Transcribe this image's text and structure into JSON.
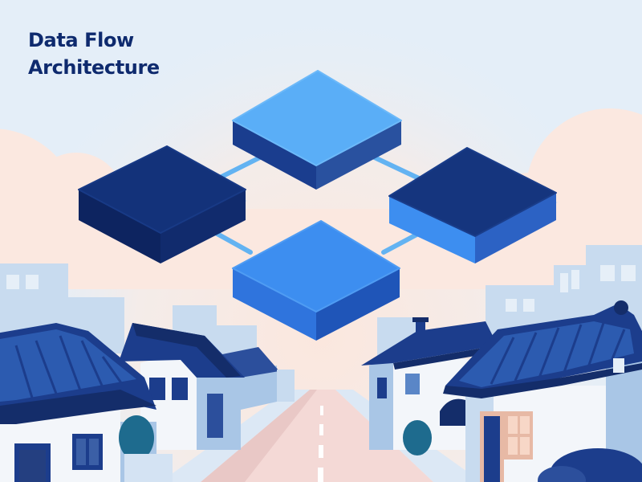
{
  "title": {
    "line1": "Data Flow",
    "line2": "Architecture"
  },
  "palette": {
    "sky": "#e4eef8",
    "glow": "#fbe9e0",
    "building": "#a9c6e6",
    "building_light": "#c8dbef",
    "wall": "#f3f6fa",
    "roof": "#1c3d8c",
    "roof_dark": "#142d6a",
    "road": "#f4d9d6",
    "cube_dark": "#13327a",
    "cube_bright": "#3d8ef0",
    "cube_light": "#5aaef7",
    "connector": "#63b3f2",
    "title_text": "#0e2a6e"
  },
  "diagram": {
    "nodes": [
      {
        "id": "top",
        "tone": "light"
      },
      {
        "id": "left",
        "tone": "dark"
      },
      {
        "id": "right",
        "tone": "dark"
      },
      {
        "id": "bottom",
        "tone": "bright"
      }
    ],
    "edges": [
      {
        "from": "left",
        "to": "top"
      },
      {
        "from": "top",
        "to": "right"
      },
      {
        "from": "left",
        "to": "bottom"
      },
      {
        "from": "bottom",
        "to": "right"
      }
    ]
  }
}
